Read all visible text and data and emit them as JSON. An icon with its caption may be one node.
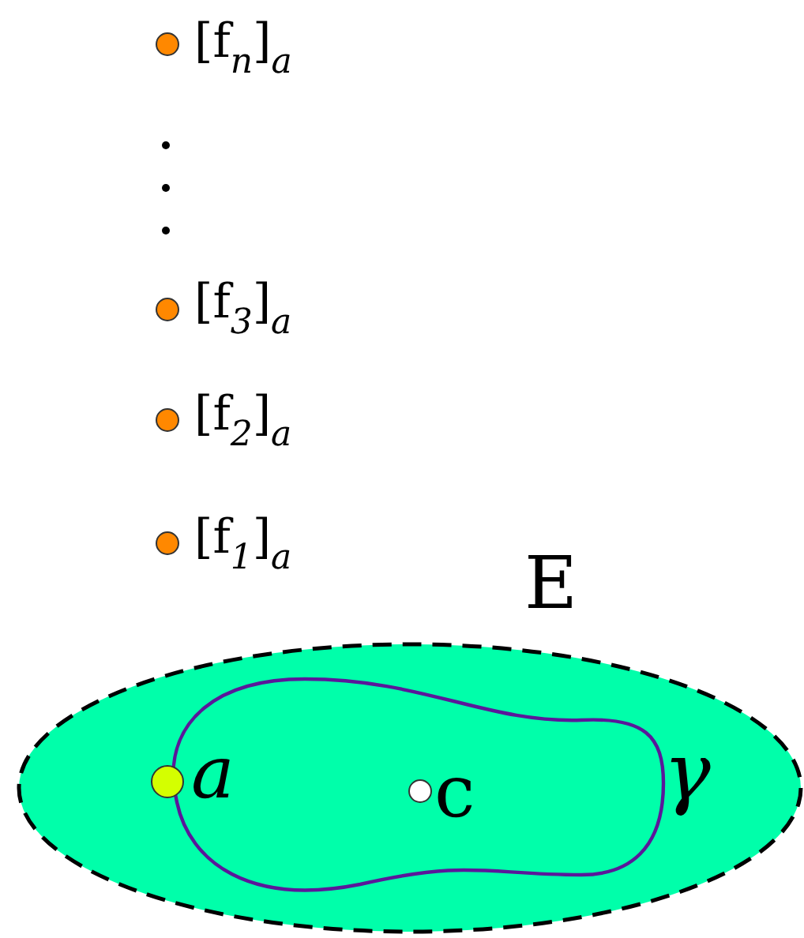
{
  "diagram": {
    "nodes": [
      {
        "text": [
          "E"
        ]
      },
      {
        "text": [
          "γ"
        ],
        "in": 0
      }
    ],
    "edges": [],
    "labels": [
      "[f$_{n}$]$_{a}$",
      "[f$_{3}$]$_{a}$",
      "[f$_{2}$]$_{a}$",
      "[f$_{1}$]$_{a}$",
      "a",
      "c"
    ]
  }
}
